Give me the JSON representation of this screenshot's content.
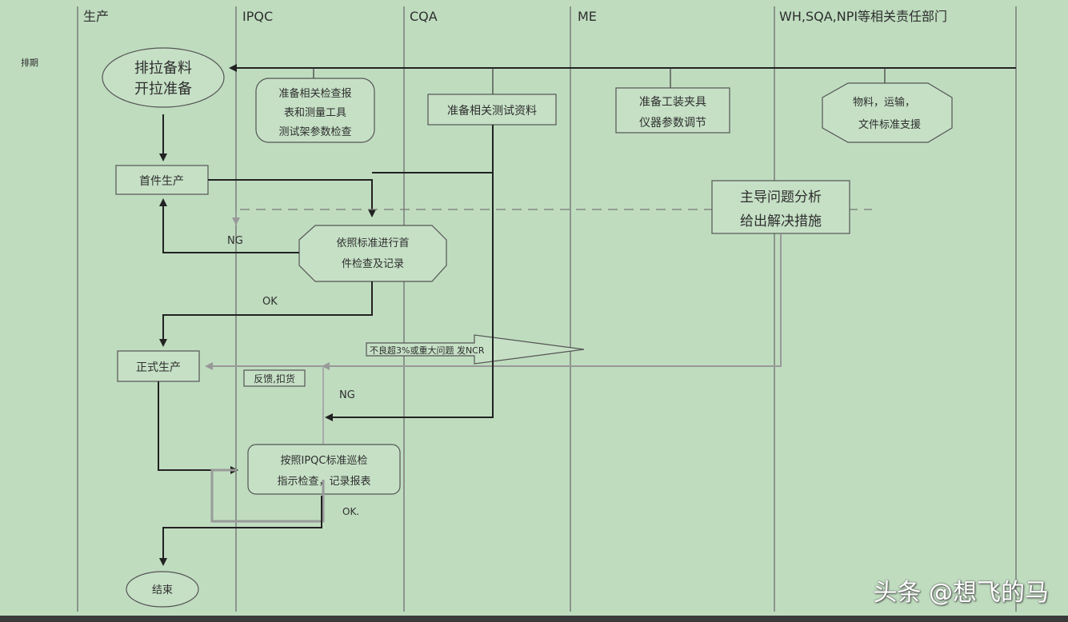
{
  "lanes": {
    "production": "生产",
    "ipqc": "IPQC",
    "cqa": "CQA",
    "me": "ME",
    "others": "WH,SQA,NPI等相关责任部门"
  },
  "row_label": "排期",
  "nodes": {
    "prep_line1": "排拉备料",
    "prep_line2": "开拉准备",
    "ipqc_prep_1": "准备相关检查报",
    "ipqc_prep_2": "表和测量工具",
    "ipqc_prep_3": "测试架参数检查",
    "cqa_prep": "准备相关测试资料",
    "me_prep_1": "准备工装夹具",
    "me_prep_2": "仪器参数调节",
    "others_prep_1": "物料，运输，",
    "others_prep_2": "文件标准支援",
    "first_article": "首件生产",
    "first_check_1": "依照标准进行首",
    "first_check_2": "件检查及记录",
    "analysis_1": "主导问题分析",
    "analysis_2": "给出解决措施",
    "mass_production": "正式生产",
    "ncr": "不良超3%或重大问题 发NCR",
    "feedback": "反馈,扣货",
    "patrol_1": "按照IPQC标准巡检",
    "patrol_2": "指示检查，记录报表",
    "end": "结束"
  },
  "labels": {
    "ng1": "NG",
    "ok1": "OK",
    "ng2": "NG",
    "ok2": "OK."
  },
  "watermark": "头条 @想飞的马"
}
